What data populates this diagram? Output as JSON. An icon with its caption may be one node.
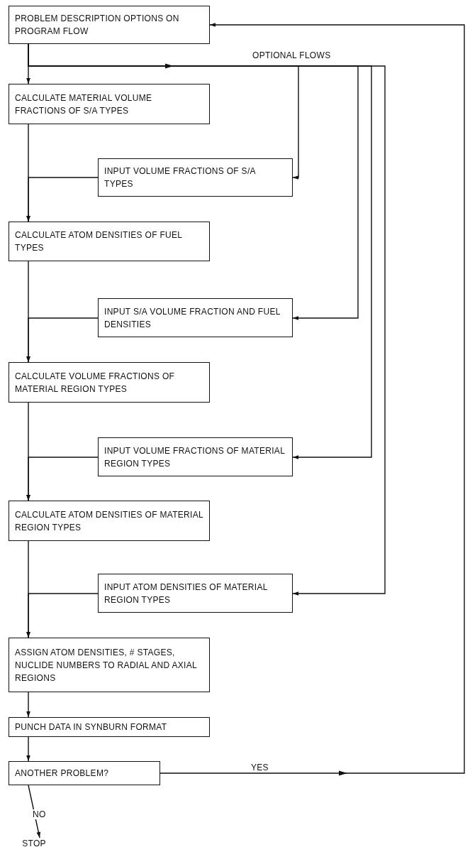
{
  "diagram": {
    "nodes": [
      {
        "text": [
          "PROBLEM DESCRIPTION OPTIONS ON PROGRAM FLOW"
        ]
      },
      {
        "text": [
          "CALCULATE MATERIAL VOLUME FRACTIONS OF S/A TYPES"
        ]
      },
      {
        "text": [
          "INPUT VOLUME FRACTIONS OF S/A TYPES"
        ]
      },
      {
        "text": [
          "CALCULATE ATOM DENSITIES OF FUEL TYPES"
        ]
      },
      {
        "text": [
          "INPUT S/A VOLUME FRACTION AND FUEL DENSITIES"
        ]
      },
      {
        "text": [
          "CALCULATE VOLUME FRACTIONS OF MATERIAL REGION TYPES"
        ]
      },
      {
        "text": [
          "INPUT VOLUME FRACTIONS OF MATERIAL REGION TYPES"
        ]
      },
      {
        "text": [
          "CALCULATE ATOM DENSITIES OF MATERIAL REGION TYPES"
        ]
      },
      {
        "text": [
          "INPUT ATOM DENSITIES OF MATERIAL REGION TYPES"
        ]
      },
      {
        "text": [
          "ASSIGN ATOM DENSITIES, # STAGES, NUCLIDE NUMBERS TO RADIAL AND AXIAL REGIONS"
        ]
      },
      {
        "text": [
          "PUNCH DATA IN SYNBURN FORMAT"
        ]
      },
      {
        "text": [
          "ANOTHER PROBLEM?"
        ]
      },
      {
        "text": [
          "STOP"
        ]
      }
    ],
    "edges": [
      {
        "from": 0,
        "to": 1,
        "arrow": "to"
      },
      {
        "from": 0,
        "to": 2,
        "arrow": "to"
      },
      {
        "from": 0,
        "to": 4,
        "arrow": "to"
      },
      {
        "from": 0,
        "to": 6,
        "arrow": "to"
      },
      {
        "from": 0,
        "to": 8,
        "arrow": "to"
      },
      {
        "from": 1,
        "to": 3,
        "arrow": "to"
      },
      {
        "from": 2,
        "to": 3,
        "arrow": "to"
      },
      {
        "from": 3,
        "to": 5,
        "arrow": "to"
      },
      {
        "from": 4,
        "to": 5,
        "arrow": "to"
      },
      {
        "from": 5,
        "to": 7,
        "arrow": "to"
      },
      {
        "from": 6,
        "to": 7,
        "arrow": "to"
      },
      {
        "from": 7,
        "to": 9,
        "arrow": "to"
      },
      {
        "from": 8,
        "to": 9,
        "arrow": "to"
      },
      {
        "from": 9,
        "to": 10,
        "arrow": "to"
      },
      {
        "from": 10,
        "to": 11,
        "arrow": "to"
      },
      {
        "from": 11,
        "to": 12,
        "label": "NO",
        "arrow": "to"
      },
      {
        "from": 11,
        "to": 0,
        "label": "YES",
        "arrow": "to"
      }
    ],
    "labels": [
      "OPTIONAL FLOWS"
    ]
  }
}
